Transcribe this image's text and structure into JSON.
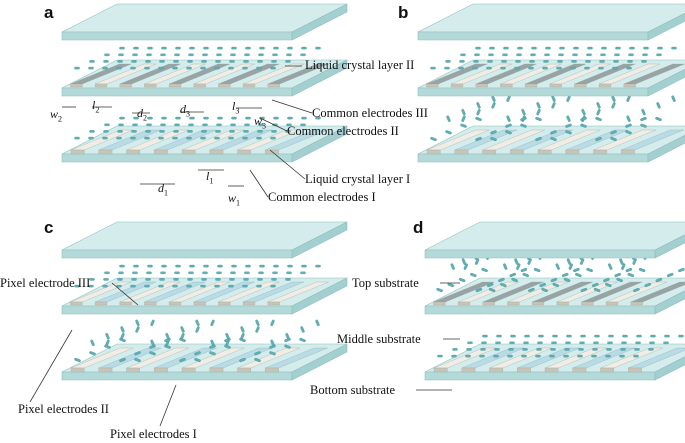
{
  "colors": {
    "glass_top": "#d4ecec",
    "glass_side": "#b3d9d9",
    "glass_edge": "#8ebfc0",
    "lc": "#5fb0b4",
    "lc_dark": "#3f8e93",
    "electrode_white": "#f1ede4",
    "electrode_blue": "#b8dbe6",
    "electrode_grey": "#9aa3a3",
    "leader": "#333333"
  },
  "panels": [
    {
      "letter": "a",
      "labels": {
        "lc2": "Liquid crystal layer II",
        "ce3": "Common electrodes III",
        "ce2": "Common electrodes II",
        "lc1": "Liquid crystal layer I",
        "ce1": "Common electrodes I"
      },
      "dims": {
        "w2": "w",
        "w2_sub": "2",
        "l2": "l",
        "l2_sub": "2",
        "d2": "d",
        "d2_sub": "2",
        "d3": "d",
        "d3_sub": "3",
        "l3": "l",
        "l3_sub": "3",
        "w3": "w",
        "w3_sub": "3",
        "d1": "d",
        "d1_sub": "1",
        "l1": "l",
        "l1_sub": "1",
        "w1": "w",
        "w1_sub": "1"
      }
    },
    {
      "letter": "b"
    },
    {
      "letter": "c",
      "labels": {
        "pe3": "Pixel electrode III",
        "pe2": "Pixel electrodes II",
        "pe1": "Pixel electrodes I"
      }
    },
    {
      "letter": "d",
      "labels": {
        "top": "Top substrate",
        "middle": "Middle substrate",
        "bottom": "Bottom substrate"
      }
    }
  ]
}
